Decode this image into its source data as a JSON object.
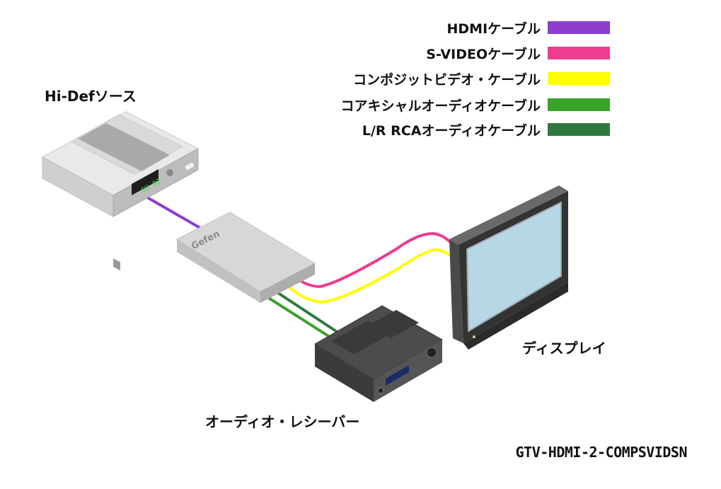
{
  "legend": [
    {
      "label": "HDMIケーブル",
      "color": "#8c3dd0"
    },
    {
      "label": "S-VIDEOケーブル",
      "color": "#ee3c8e"
    },
    {
      "label": "コンポジットビデオ・ケーブル",
      "color": "#ffff00"
    },
    {
      "label": "コアキシャルオーディオケーブル",
      "color": "#3aa12a"
    },
    {
      "label": "L/R RCAオーディオケーブル",
      "color": "#2e7a3e"
    }
  ],
  "devices": {
    "source": {
      "label": "Hi-Defソース",
      "display_text": "CH 02"
    },
    "extender": {
      "brand": "Gefen"
    },
    "display": {
      "label": "ディスプレイ"
    },
    "receiver": {
      "label": "オーディオ・レシーバー"
    }
  },
  "model_code": "GTV-HDMI-2-COMPSVIDSN"
}
